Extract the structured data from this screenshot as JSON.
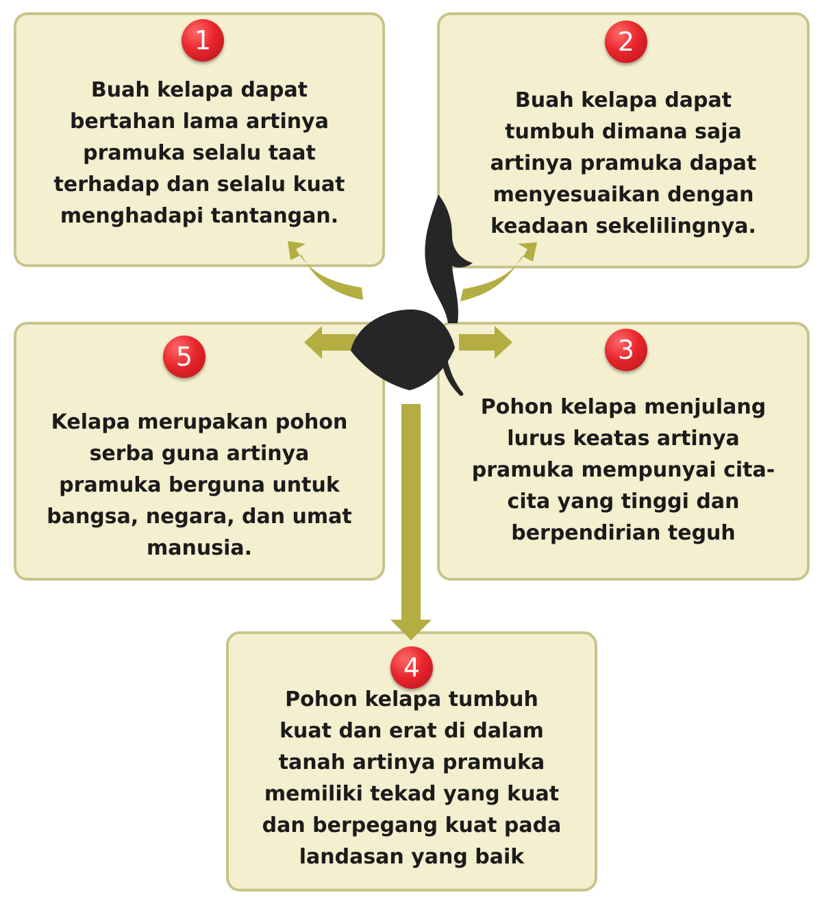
{
  "colors": {
    "card_fill": "#f3efcf",
    "card_border": "#c9c38a",
    "arrow": "#b3ad42",
    "badge": "#e8262c",
    "emblem": "#262626"
  },
  "cards": [
    {
      "number": "1",
      "text": "Buah kelapa dapat\nbertahan lama artinya\npramuka selalu taat\nterhadap dan selalu kuat\nmenghadapi tantangan."
    },
    {
      "number": "2",
      "text": "Buah kelapa dapat\ntumbuh dimana saja\nartinya pramuka dapat\nmenyesuaikan dengan\nkeadaan sekelilingnya."
    },
    {
      "number": "3",
      "text": "Pohon kelapa menjulang\nlurus keatas artinya\npramuka mempunyai cita-\ncita yang tinggi dan\nberpendirian teguh"
    },
    {
      "number": "4",
      "text": "Pohon kelapa tumbuh\nkuat dan erat di dalam\ntanah artinya pramuka\nmemiliki tekad yang kuat\ndan berpegang kuat pada\nlandasan yang baik"
    },
    {
      "number": "5",
      "text": "Kelapa merupakan pohon\nserba guna artinya\npramuka berguna untuk\nbangsa, negara, dan umat\nmanusia."
    }
  ],
  "emblem_icon": "tunas-kelapa-icon"
}
